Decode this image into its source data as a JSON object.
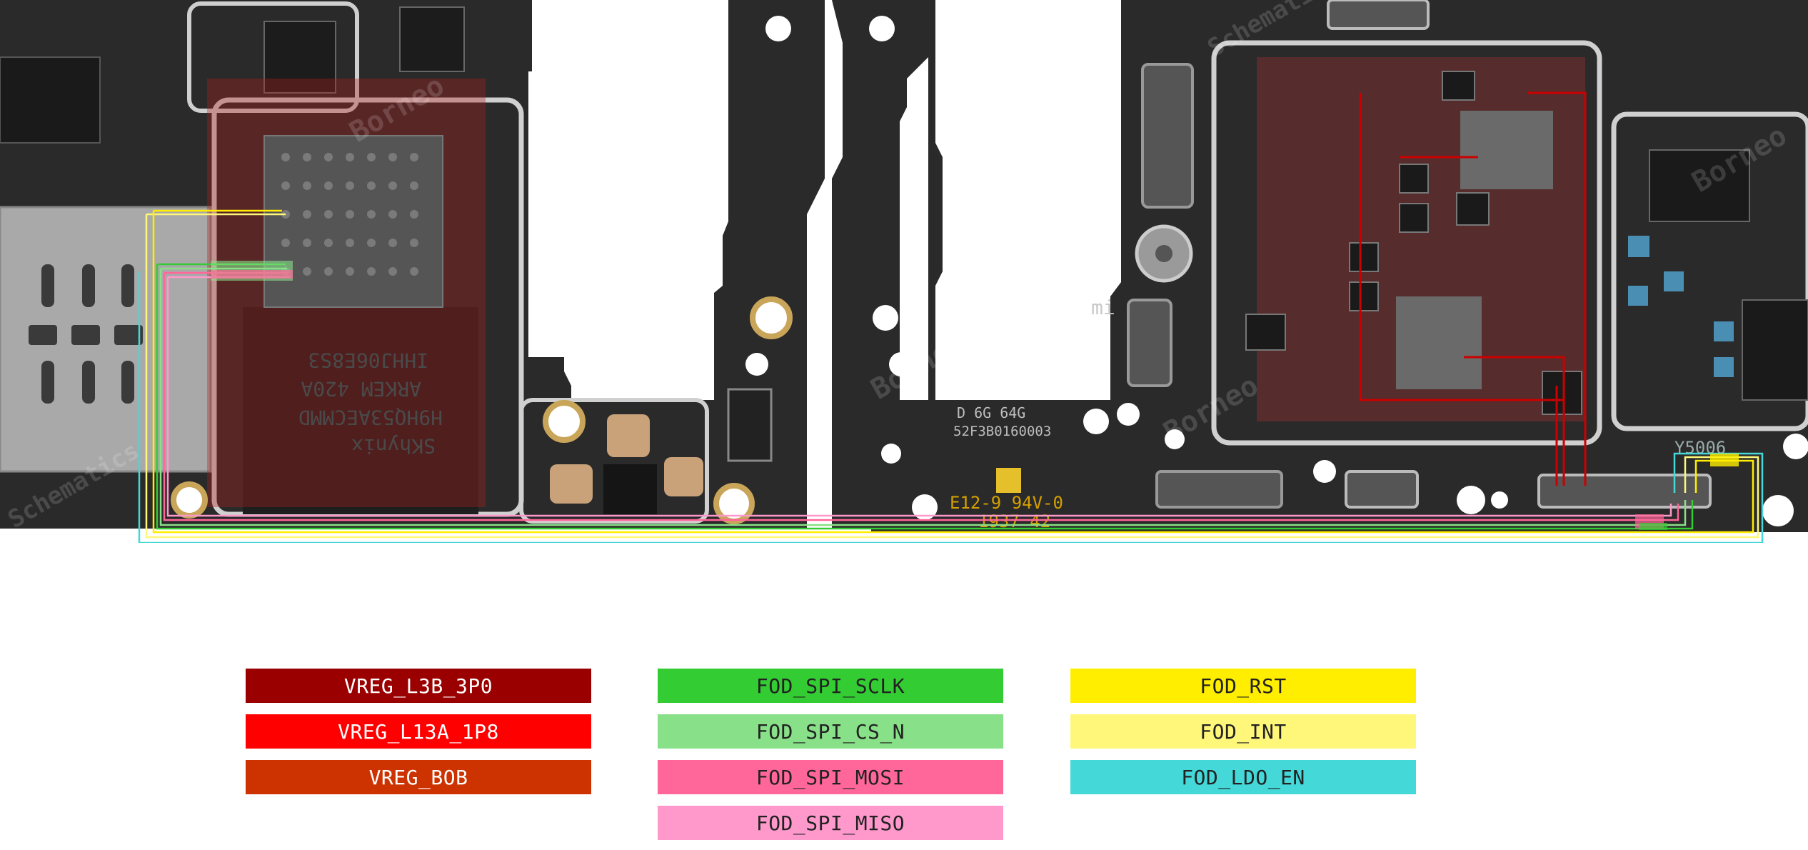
{
  "board": {
    "silkscreen": {
      "mem_top": "SKhynix",
      "mem_mid": "H9HQ53AECMMD",
      "mem_low": "ARKEM 420A",
      "mem_code": "IHHJ06E8S3",
      "ram_text": "D 6G 64G",
      "serial": "52F3B0160003",
      "pcb_code_1": "E12-9 94V-0",
      "pcb_code_2": "1937 42",
      "brand": "mi",
      "ref": "Y5006",
      "watermark_1": "Borneo",
      "watermark_2": "Schematics"
    }
  },
  "legend": [
    {
      "label": "VREG_L3B_3P0",
      "color": "#9b0000",
      "text_color": "#ffffff"
    },
    {
      "label": "VREG_L13A_1P8",
      "color": "#ff0000",
      "text_color": "#ffffff"
    },
    {
      "label": "VREG_BOB",
      "color": "#cc3300",
      "text_color": "#ffffff"
    },
    {
      "label": "FOD_SPI_SCLK",
      "color": "#33cc33",
      "text_color": "#222222"
    },
    {
      "label": "FOD_SPI_CS_N",
      "color": "#88e088",
      "text_color": "#222222"
    },
    {
      "label": "FOD_SPI_MOSI",
      "color": "#ff6699",
      "text_color": "#222222"
    },
    {
      "label": "FOD_SPI_MISO",
      "color": "#ff99cc",
      "text_color": "#222222"
    },
    {
      "label": "FOD_RST",
      "color": "#ffee00",
      "text_color": "#222222"
    },
    {
      "label": "FOD_INT",
      "color": "#fff77a",
      "text_color": "#222222"
    },
    {
      "label": "FOD_LDO_EN",
      "color": "#44d8d8",
      "text_color": "#222222"
    }
  ]
}
